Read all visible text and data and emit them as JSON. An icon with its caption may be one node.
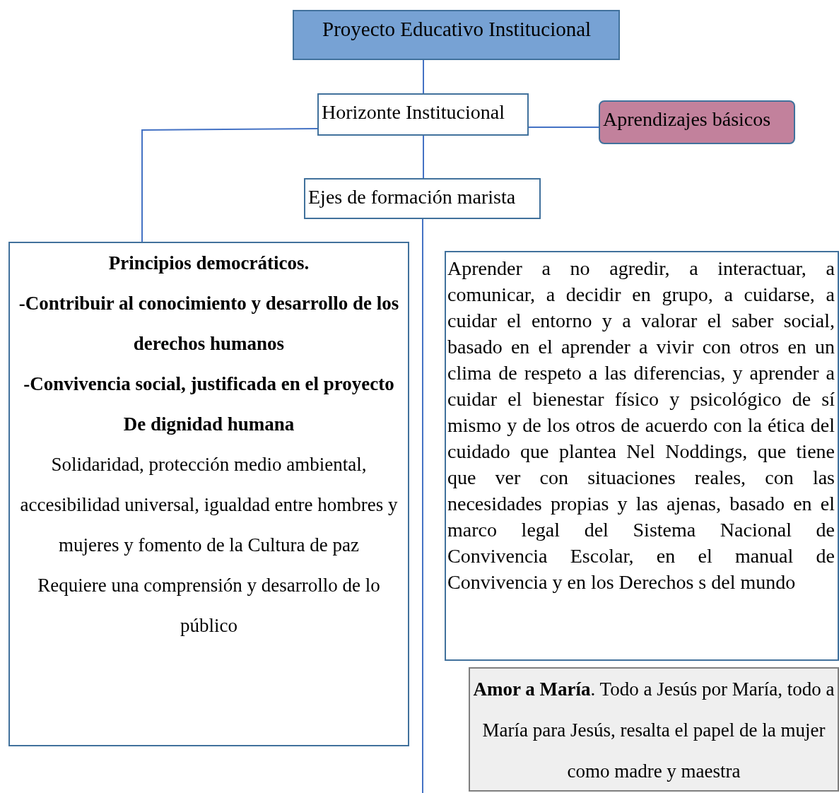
{
  "diagram": {
    "nodes": [
      {
        "text": [
          "Proyecto Educativo Institucional"
        ]
      },
      {
        "text": [
          "Horizonte Institucional"
        ]
      },
      {
        "text": [
          "Aprendizajes básicos"
        ]
      },
      {
        "text": [
          "Principios democráticos.",
          "-Contribuir al conocimiento y desarrollo de los derechos humanos",
          "-Convivencia social, justificada en el proyecto",
          "De dignidad humana",
          "Solidaridad, protección medio ambiental, accesibilidad universal, igualdad entre hombres y mujeres y fomento de la Cultura de paz",
          "Requiere una comprensión y desarrollo de lo público"
        ]
      },
      {
        "text": [
          "Aprender a no agredir, a interactuar, a comunicar, a decidir en grupo, a cuidarse, a cuidar el entorno y a valorar el saber social, basado en el aprender a vivir con otros en un clima de respeto a las diferencias, y aprender a cuidar el bienestar físico y psicológico de sí mismo y de los otros de acuerdo con la ética del cuidado que plantea Nel Noddings, que tiene que ver con situaciones reales, con las necesidades propias y las ajenas, basado en el marco legal del Sistema Nacional de Convivencia Escolar, en el manual de Convivencia y en los Derechos s del mundo"
        ]
      },
      {
        "text": [
          "Ejes de formación marista"
        ]
      },
      {
        "text": [
          "**Amor a María**. Todo a Jesús por María, todo a María para Jesús, resalta el papel de la mujer como madre y maestra"
        ]
      }
    ],
    "edges": [
      {
        "from": 0,
        "to": 1,
        "arrow": "none"
      },
      {
        "from": 1,
        "to": 3,
        "arrow": "none"
      },
      {
        "from": 1,
        "to": 2,
        "arrow": "none"
      },
      {
        "from": 1,
        "to": 5,
        "arrow": "none"
      },
      {
        "from": 5,
        "to": null,
        "arrow": "none"
      }
    ]
  }
}
